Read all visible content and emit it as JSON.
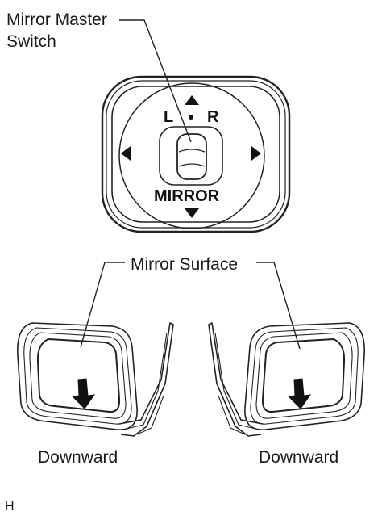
{
  "labels": {
    "master_switch_line1": "Mirror Master",
    "master_switch_line2": "Switch",
    "mirror_surface": "Mirror Surface",
    "downward_left": "Downward",
    "downward_right": "Downward",
    "footer_code": "H"
  },
  "switch": {
    "left_label": "L",
    "right_label": "R",
    "mirror_label": "MIRROR"
  },
  "icons": {
    "arrows": [
      "arrow-up-icon",
      "arrow-down-icon",
      "arrow-left-icon",
      "arrow-right-icon"
    ],
    "mirror_arrow": "arrow-down-icon"
  }
}
